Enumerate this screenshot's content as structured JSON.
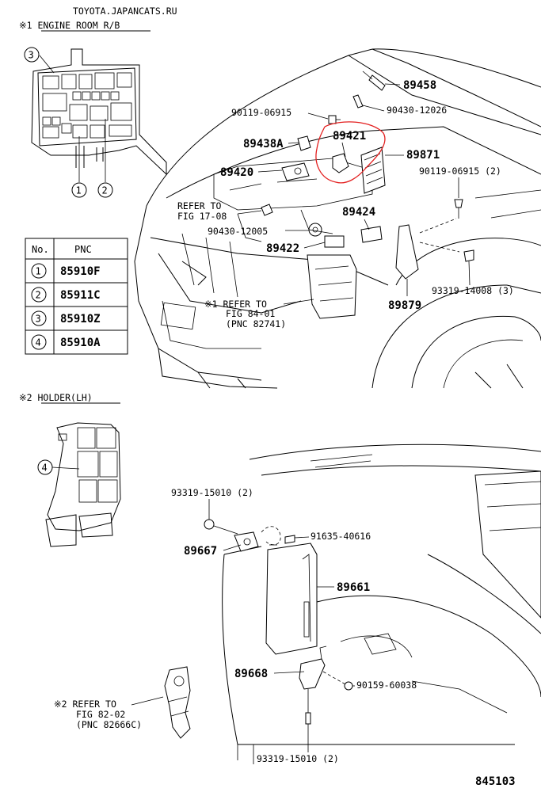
{
  "watermark": "TOYOTA.JAPANCATS.RU",
  "header_engine": "※1  ENGINE ROOM R/B",
  "header_holder": "※2  HOLDER(LH)",
  "table": {
    "headers": [
      "No.",
      "PNC"
    ],
    "rows": [
      {
        "no": "1",
        "pnc": "85910F"
      },
      {
        "no": "2",
        "pnc": "85911C"
      },
      {
        "no": "3",
        "pnc": "85910Z"
      },
      {
        "no": "4",
        "pnc": "85910A"
      }
    ]
  },
  "callouts": {
    "c1": "1",
    "c2": "2",
    "c3": "3",
    "c4": "4"
  },
  "parts": {
    "p89458": "89458",
    "p90119a": "90119-06915",
    "p90430a": "90430-12026",
    "p89421": "89421",
    "p89438A": "89438A",
    "p89871": "89871",
    "p90119b": "90119-06915 (2)",
    "p89420": "89420",
    "ref1708_l1": "REFER TO",
    "ref1708_l2": "FIG 17-08",
    "p89424": "89424",
    "p90430b": "90430-12005",
    "p89422": "89422",
    "ref8401_l1": "※1 REFER TO",
    "ref8401_l2": "FIG 84-01",
    "ref8401_l3": "(PNC 82741)",
    "p93319_14008": "93319-14008 (3)",
    "p89879": "89879",
    "p93319_15010a": "93319-15010 (2)",
    "p91635": "91635-40616",
    "p89667": "89667",
    "p89661": "89661",
    "p89668": "89668",
    "p90159": "90159-60038",
    "ref8202_l1": "※2 REFER TO",
    "ref8202_l2": "FIG 82-02",
    "ref8202_l3": "(PNC 82666C)",
    "p93319_15010b": "93319-15010 (2)",
    "figure_number": "845103"
  },
  "colors": {
    "line": "#000000",
    "highlight": "#e32020",
    "background": "#ffffff"
  }
}
